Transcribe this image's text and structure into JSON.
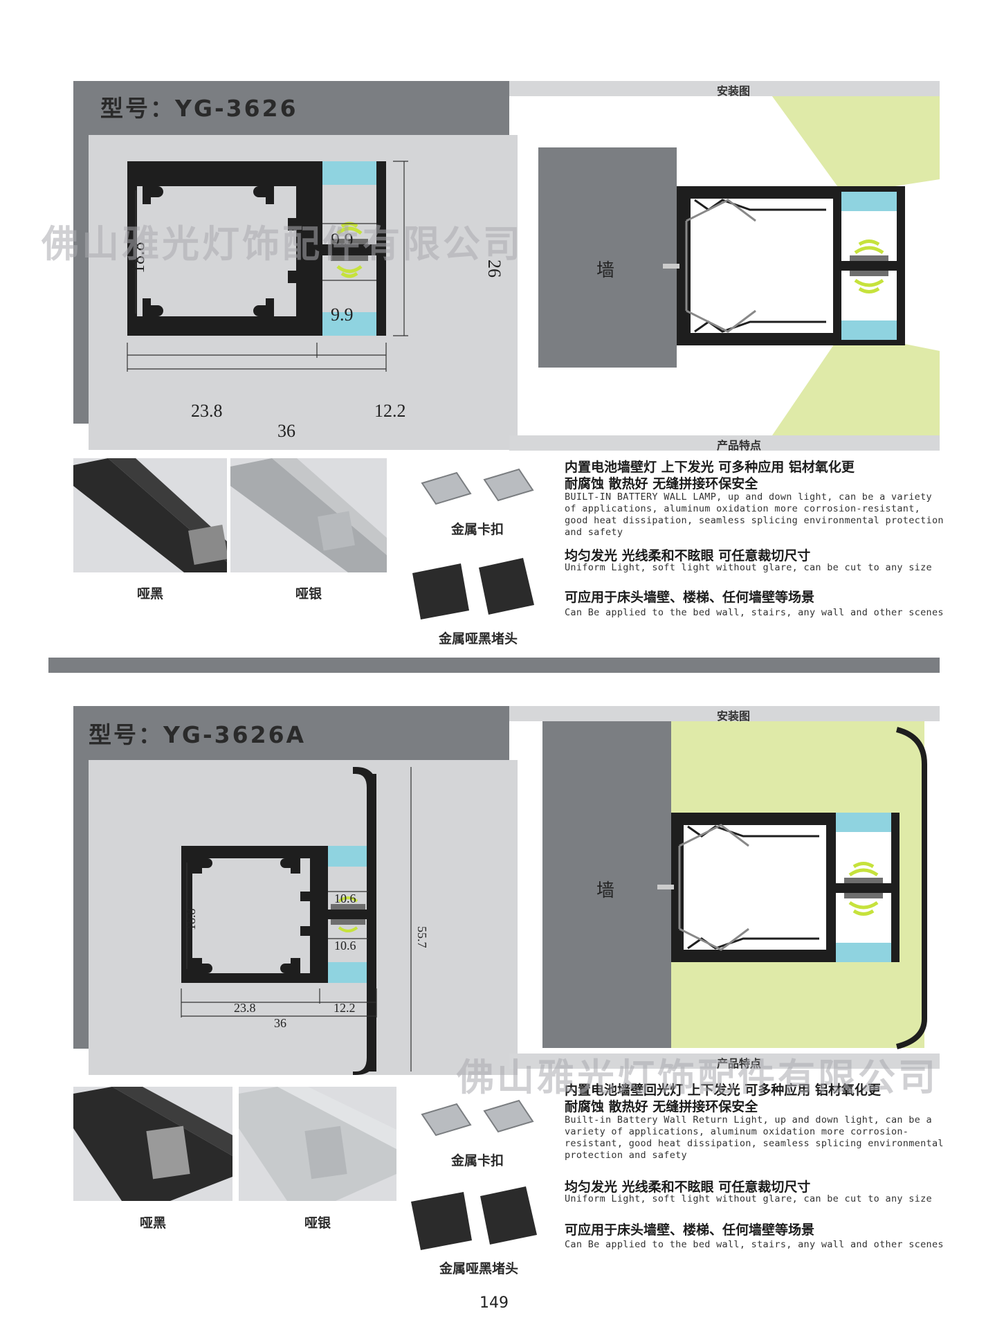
{
  "section1": {
    "model_title": "型号：YG-3626",
    "install_label": "安装图",
    "features_label": "产品特点",
    "wall_label": "墙",
    "dims": {
      "height_left": "18.8",
      "height_total": "26",
      "gap_top": "9.9",
      "gap_bottom": "9.9",
      "width_body": "23.8",
      "width_channel": "12.2",
      "width_total": "36"
    },
    "finishes": [
      "哑黑",
      "哑银"
    ],
    "accessories": [
      "金属卡扣",
      "金属哑黑堵头"
    ],
    "features": [
      {
        "cn_1": "内置电池墙壁灯 上下发光 可多种应用 铝材氧化更",
        "cn_2": "耐腐蚀 散热好 无缝拼接环保安全",
        "en": [
          "BUILT-IN BATTERY WALL LAMP, up and down light, can be a variety",
          "of applications, aluminum oxidation more corrosion-resistant,",
          "good heat dissipation, seamless splicing environmental protection",
          "and safety"
        ]
      },
      {
        "cn_1": "均匀发光 光线柔和不眩眼 可任意裁切尺寸",
        "en": [
          "Uniform Light, soft light without glare, can be cut to any size"
        ]
      },
      {
        "cn_1": "可应用于床头墙壁、楼梯、任何墙壁等场景",
        "en": [
          "Can Be applied to the bed wall, stairs, any wall and other scenes"
        ]
      }
    ]
  },
  "section2": {
    "model_title": "型号：YG-3626A",
    "install_label": "安装图",
    "features_label": "产品特点",
    "wall_label": "墙",
    "dims": {
      "height_left": "18.8",
      "height_total": "55.7",
      "gap_top": "10.6",
      "gap_bottom": "10.6",
      "width_body": "23.8",
      "width_channel": "12.2",
      "width_total": "36"
    },
    "finishes": [
      "哑黑",
      "哑银"
    ],
    "accessories": [
      "金属卡扣",
      "金属哑黑堵头"
    ],
    "features": [
      {
        "cn_1": "内置电池墙壁回光灯 上下发光 可多种应用 铝材氧化更",
        "cn_2": "耐腐蚀 散热好 无缝拼接环保安全",
        "en": [
          "Built-in Battery Wall Return Light, up and down light, can be a",
          "variety of applications, aluminum oxidation more corrosion-",
          "resistant, good heat dissipation, seamless splicing environmental",
          "protection and safety"
        ]
      },
      {
        "cn_1": "均匀发光 光线柔和不眩眼 可任意裁切尺寸",
        "en": [
          "Uniform Light, soft light without glare, can be cut to any size"
        ]
      },
      {
        "cn_1": "可应用于床头墙壁、楼梯、任何墙壁等场景",
        "en": [
          "Can Be applied to the bed wall, stairs, any wall and other scenes"
        ]
      }
    ]
  },
  "watermark": "佛山雅光灯饰配件有限公司",
  "page_number": "149",
  "colors": {
    "panel_gray": "#7b7e82",
    "drawing_bg": "#d4d5d7",
    "diffuser_blue": "#8fd3e0",
    "light_green": "#dfeaa8",
    "profile_black": "#1e1e1e"
  }
}
